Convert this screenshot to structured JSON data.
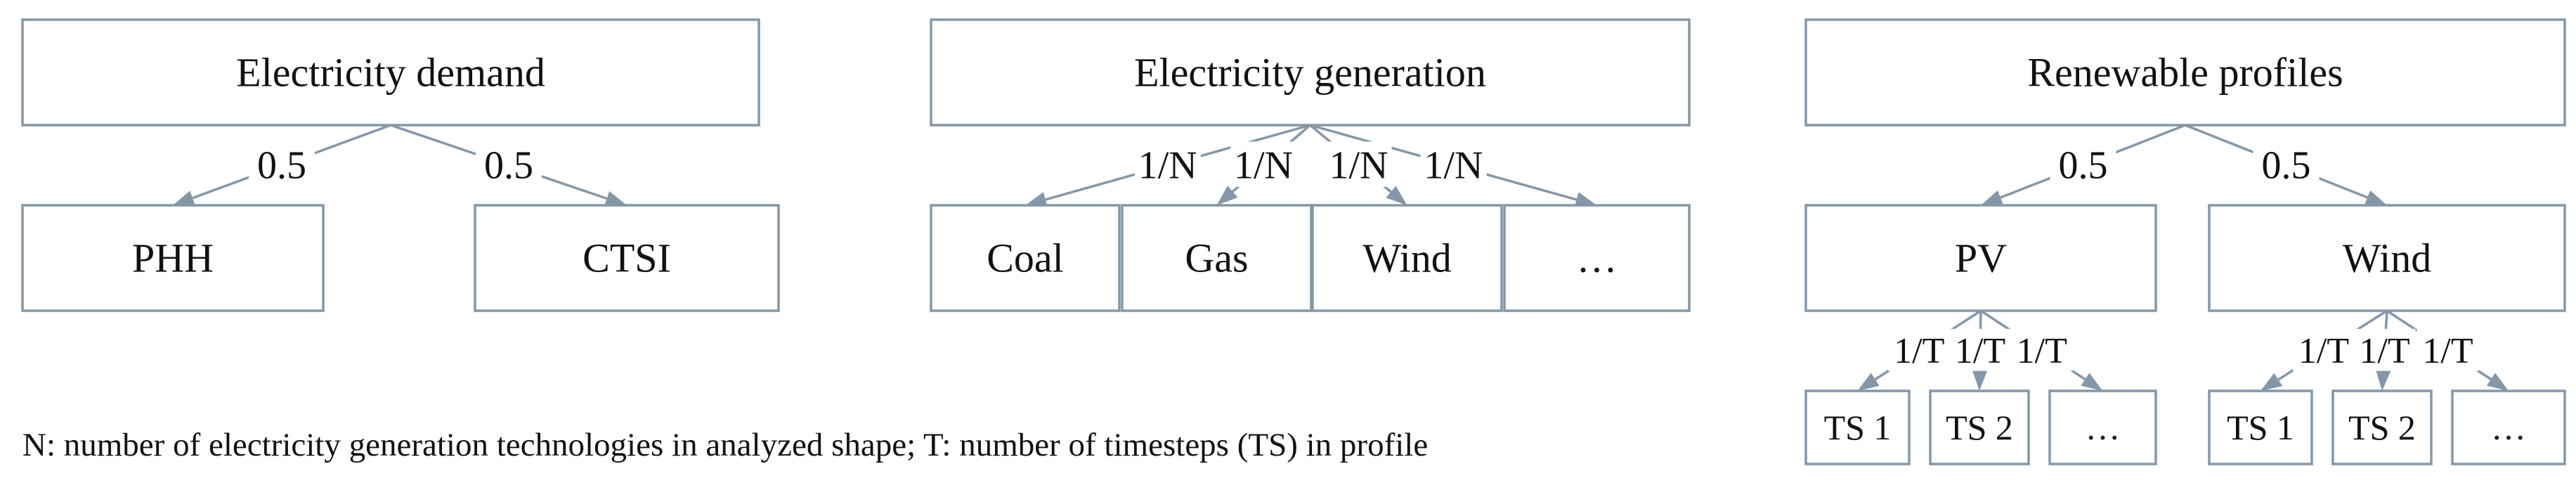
{
  "trees": [
    {
      "root": "Electricity demand",
      "children": [
        {
          "label": "PHH",
          "weight": "0.5"
        },
        {
          "label": "CTSI",
          "weight": "0.5"
        }
      ]
    },
    {
      "root": "Electricity generation",
      "children": [
        {
          "label": "Coal",
          "weight": "1/N"
        },
        {
          "label": "Gas",
          "weight": "1/N"
        },
        {
          "label": "Wind",
          "weight": "1/N"
        },
        {
          "label": "…",
          "weight": "1/N"
        }
      ]
    },
    {
      "root": "Renewable profiles",
      "children": [
        {
          "label": "PV",
          "weight": "0.5",
          "children": [
            {
              "label": "TS 1",
              "weight": "1/T"
            },
            {
              "label": "TS 2",
              "weight": "1/T"
            },
            {
              "label": "…",
              "weight": "1/T"
            }
          ]
        },
        {
          "label": "Wind",
          "weight": "0.5",
          "children": [
            {
              "label": "TS 1",
              "weight": "1/T"
            },
            {
              "label": "TS 2",
              "weight": "1/T"
            },
            {
              "label": "…",
              "weight": "1/T"
            }
          ]
        }
      ]
    }
  ],
  "footnote": "N: number of electricity generation technologies in analyzed shape; T: number of timesteps (TS) in profile",
  "colors": {
    "stroke": "#8497a8",
    "text": "#111111",
    "background": "#ffffff"
  }
}
